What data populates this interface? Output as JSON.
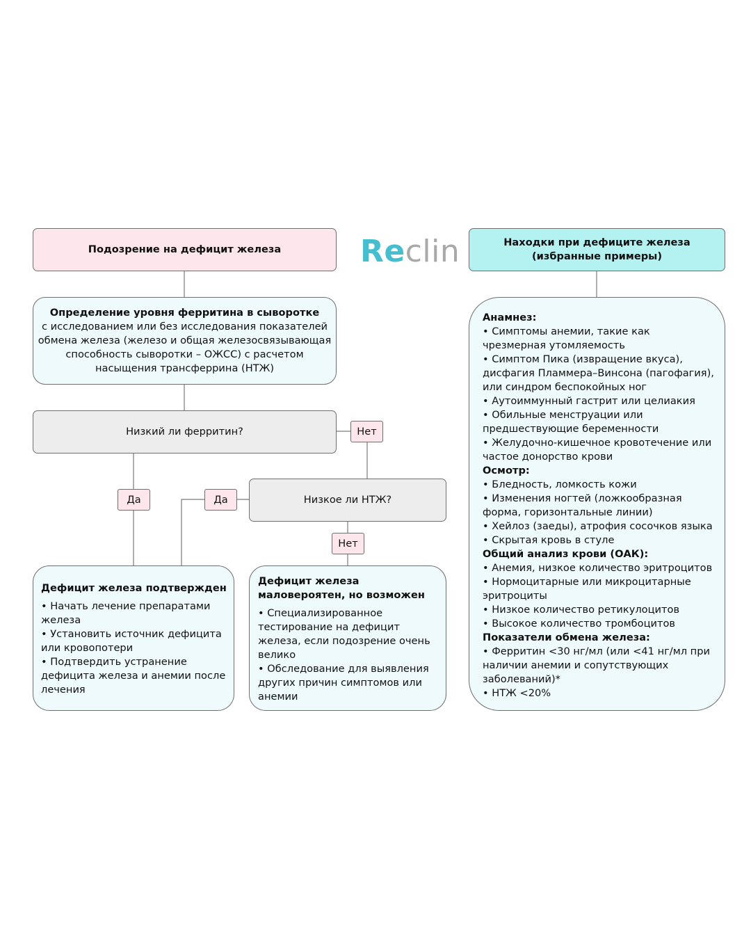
{
  "logo": {
    "part1": "Re",
    "part2": "clin"
  },
  "suspicion": {
    "title": "Подозрение на дефицит железа"
  },
  "ferritin_test": {
    "title": "Определение уровня ферритина в сыворотке",
    "lines": [
      "с исследованием или без исследования показателей",
      "обмена железа (железо и общая железосвязывающая",
      "способность сыворотки – ОЖСС) с расчетом",
      "насыщения трансферрина (НТЖ)"
    ]
  },
  "q_ferritin": {
    "text": "Низкий ли ферритин?"
  },
  "q_tsat": {
    "text": "Низкое ли НТЖ?"
  },
  "labels": {
    "yes": "Да",
    "no": "Нет"
  },
  "confirmed": {
    "title": "Дефицит железа подтвержден",
    "items": [
      "• Начать лечение препаратами железа",
      "• Установить источник дефицита или кровопотери",
      "• Подтвердить устранение дефицита железа и анемии после лечения"
    ]
  },
  "unlikely": {
    "title": "Дефицит железа маловероятен, но возможен",
    "items": [
      "• Специализированное тестирование на дефицит железа, если подозрение очень велико",
      "• Обследование для выявления других причин симптомов или анемии"
    ]
  },
  "findings": {
    "title_line1": "Находки при дефиците железа",
    "title_line2": "(избранные примеры)",
    "sections": [
      {
        "title": "Анамнез:",
        "items": [
          "• Симптомы анемии, такие как чрезмерная утомляемость",
          "• Симптом Пика (извращение вкуса), дисфагия Пламмера–Винсона (пагофагия), или синдром беспокойных ног",
          "• Аутоиммунный гастрит или целиакия",
          "• Обильные менструации или предшествующие беременности",
          "• Желудочно-кишечное кровотечение или частое донорство крови"
        ]
      },
      {
        "title": "Осмотр:",
        "items": [
          "• Бледность, ломкость кожи",
          "• Изменения ногтей (ложкообразная форма, горизонтальные линии)",
          "• Хейлоз (заеды), атрофия сосочков языка",
          "• Скрытая кровь в стуле"
        ]
      },
      {
        "title": "Общий анализ крови (ОАК):",
        "items": [
          "• Анемия, низкое количество эритроцитов",
          "• Нормоцитарные или микроцитарные эритроциты",
          "• Низкое количество ретикулоцитов",
          "• Высокое количество тромбоцитов"
        ]
      },
      {
        "title": "Показатели обмена железа:",
        "items": [
          "• Ферритин <30 нг/мл (или <41 нг/мл при наличии анемии и сопутствующих заболеваний)*",
          "• НТЖ <20%"
        ]
      }
    ]
  }
}
